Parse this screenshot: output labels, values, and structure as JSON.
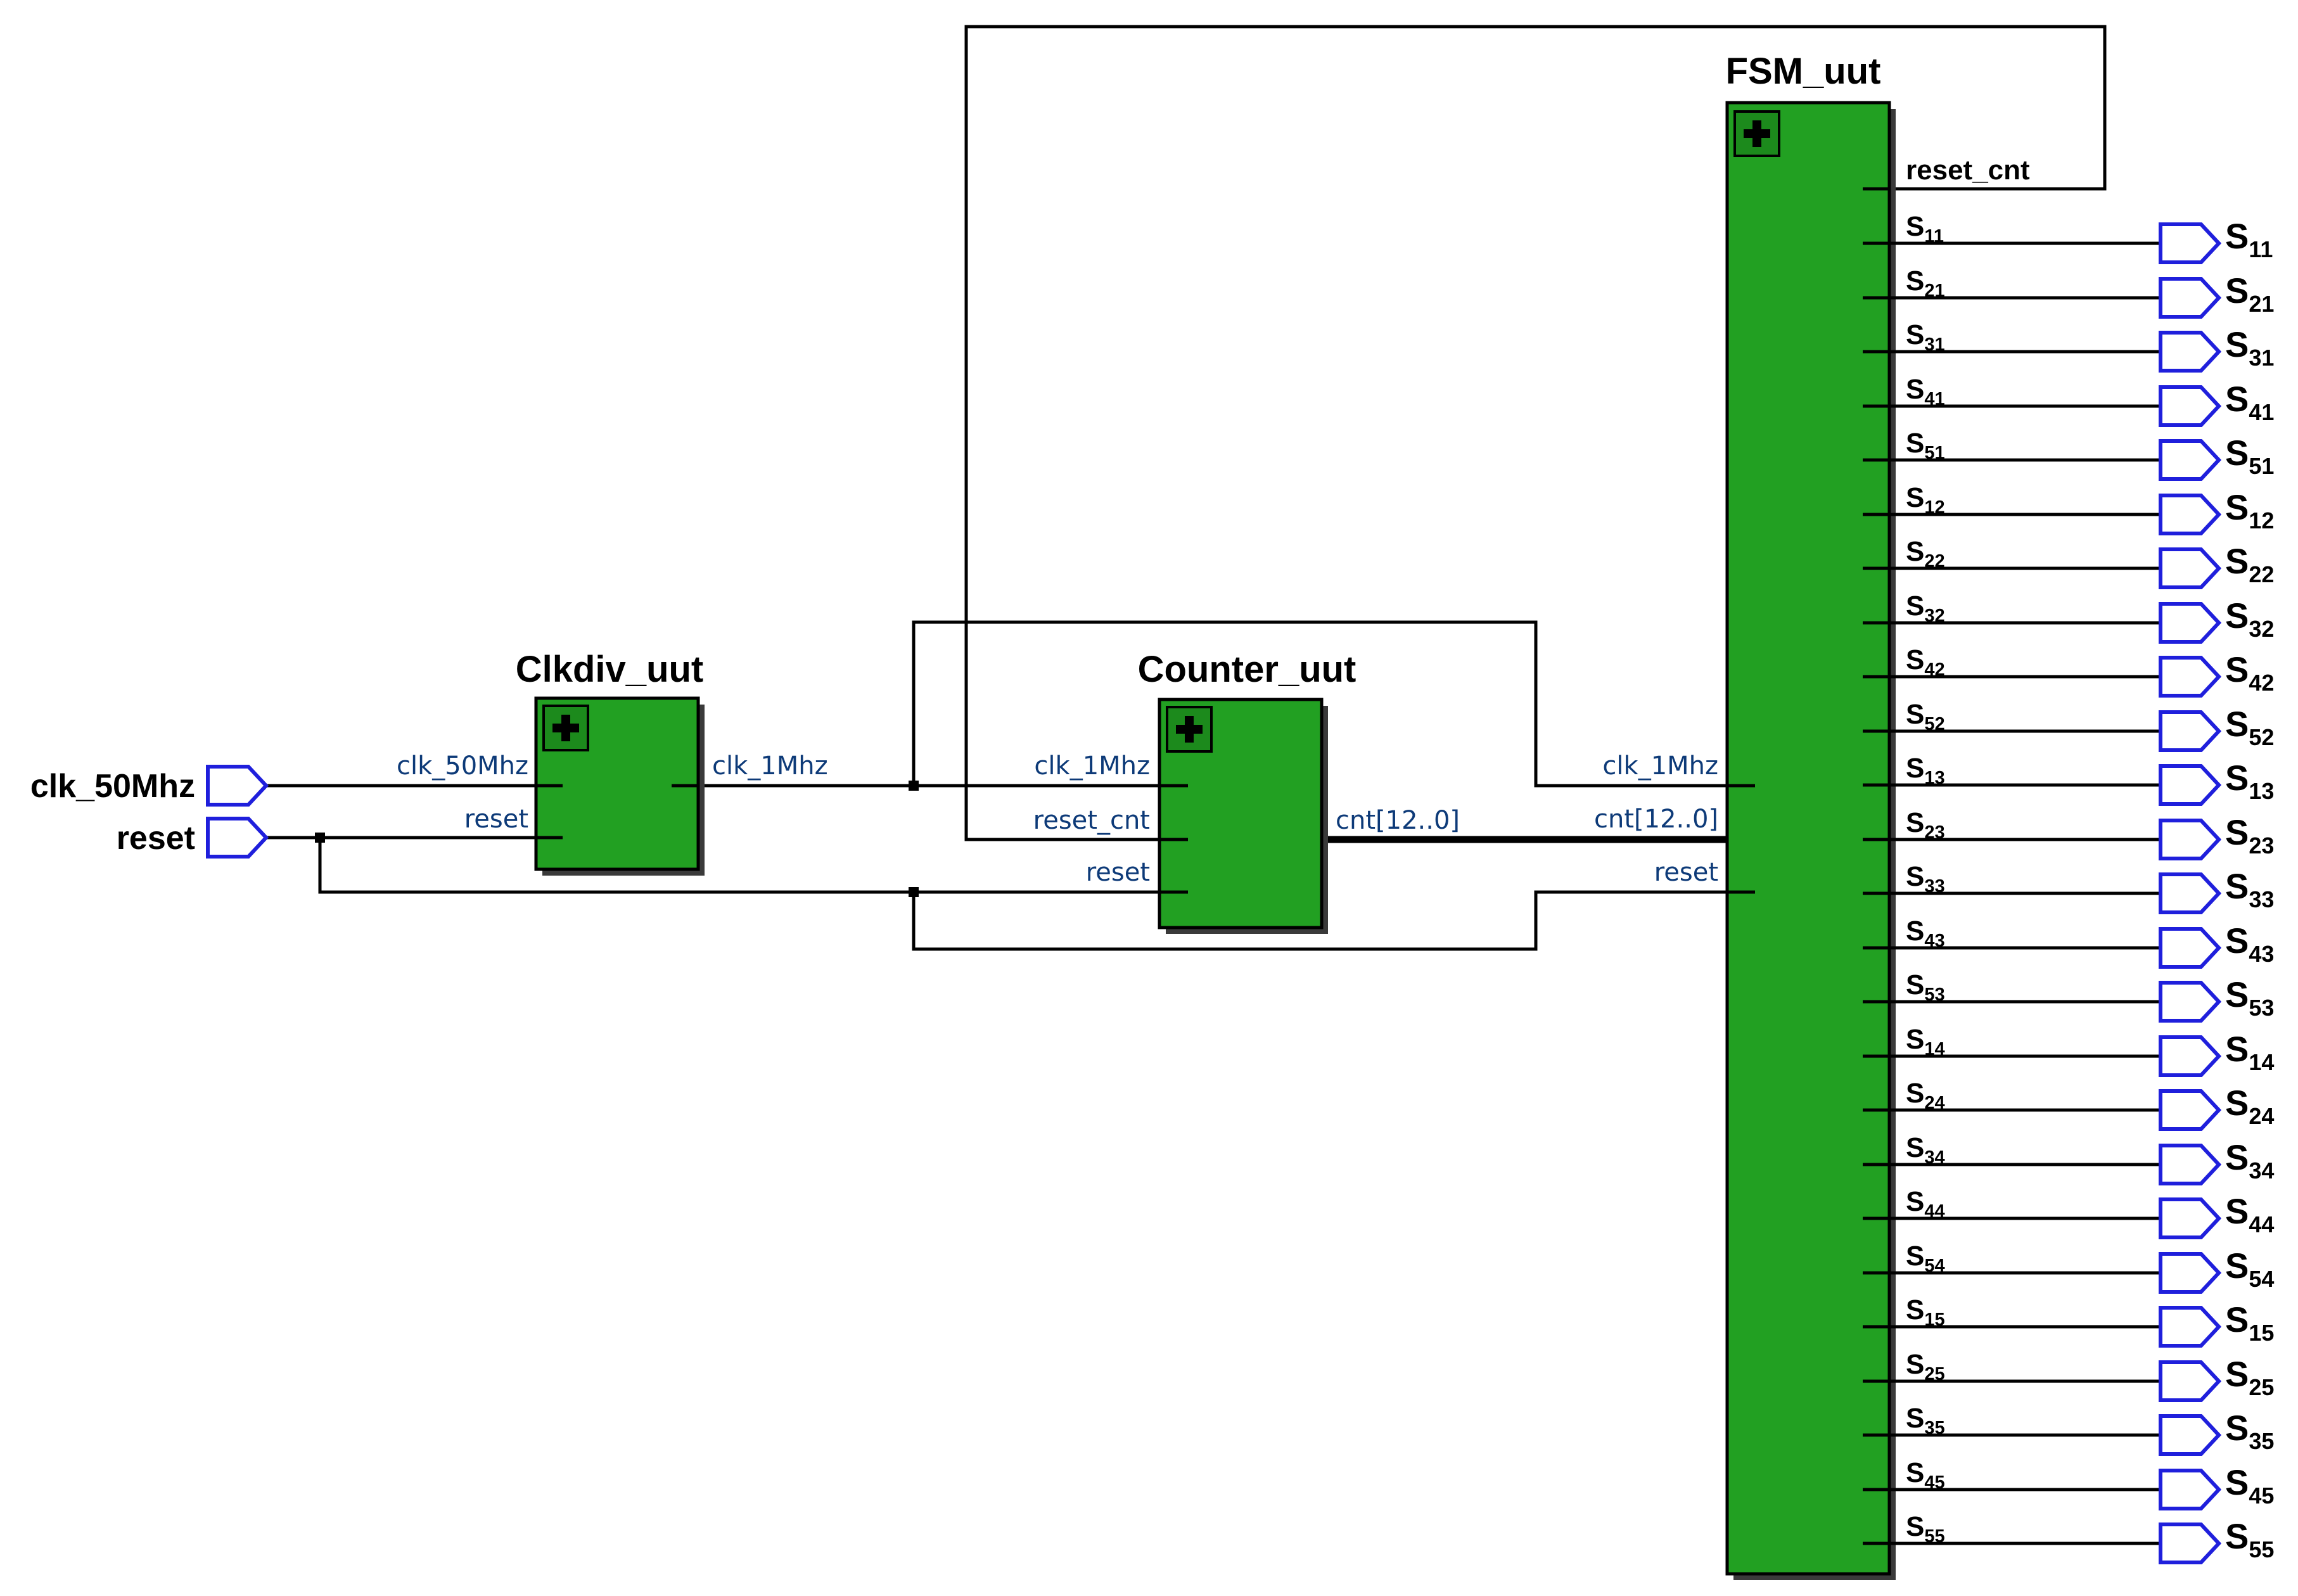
{
  "diagram": {
    "blocks": {
      "clkdiv": {
        "title": "Clkdiv_uut",
        "inputs": [
          "clk_50Mhz",
          "reset"
        ],
        "outputs": [
          "clk_1Mhz"
        ]
      },
      "counter": {
        "title": "Counter_uut",
        "inputs": [
          "clk_1Mhz",
          "reset_cnt",
          "reset"
        ],
        "outputs": [
          "cnt[12..0]"
        ]
      },
      "fsm": {
        "title": "FSM_uut",
        "inputs": [
          "clk_1Mhz",
          "cnt[12..0]",
          "reset"
        ],
        "reset_output": "reset_cnt",
        "state_outputs": [
          {
            "base": "S",
            "sub": "11"
          },
          {
            "base": "S",
            "sub": "21"
          },
          {
            "base": "S",
            "sub": "31"
          },
          {
            "base": "S",
            "sub": "41"
          },
          {
            "base": "S",
            "sub": "51"
          },
          {
            "base": "S",
            "sub": "12"
          },
          {
            "base": "S",
            "sub": "22"
          },
          {
            "base": "S",
            "sub": "32"
          },
          {
            "base": "S",
            "sub": "42"
          },
          {
            "base": "S",
            "sub": "52"
          },
          {
            "base": "S",
            "sub": "13"
          },
          {
            "base": "S",
            "sub": "23"
          },
          {
            "base": "S",
            "sub": "33"
          },
          {
            "base": "S",
            "sub": "43"
          },
          {
            "base": "S",
            "sub": "53"
          },
          {
            "base": "S",
            "sub": "14"
          },
          {
            "base": "S",
            "sub": "24"
          },
          {
            "base": "S",
            "sub": "34"
          },
          {
            "base": "S",
            "sub": "44"
          },
          {
            "base": "S",
            "sub": "54"
          },
          {
            "base": "S",
            "sub": "15"
          },
          {
            "base": "S",
            "sub": "25"
          },
          {
            "base": "S",
            "sub": "35"
          },
          {
            "base": "S",
            "sub": "45"
          },
          {
            "base": "S",
            "sub": "55"
          }
        ]
      }
    },
    "input_pins": [
      "clk_50Mhz",
      "reset"
    ],
    "colors": {
      "block_fill": "#22a022",
      "pin_outline": "#1f1fdc",
      "port_label": "#0d3a78",
      "wire": "#000000"
    },
    "icons": {
      "expand": "expand-plus-icon",
      "input_pin": "input-pin-icon",
      "output_pin": "output-pin-icon"
    }
  }
}
